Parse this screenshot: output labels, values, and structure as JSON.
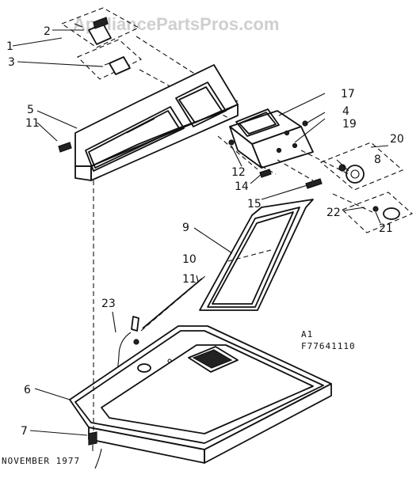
{
  "watermark": "AppliancePartsPros.com",
  "model_code": "A1",
  "figure_code": "F77641110",
  "date_label": "NOVEMBER 1977",
  "callouts": [
    "1",
    "2",
    "3",
    "4",
    "5",
    "6",
    "7",
    "8",
    "9",
    "10",
    "11",
    "11",
    "12",
    "14",
    "15",
    "17",
    "19",
    "20",
    "21",
    "22",
    "23"
  ]
}
